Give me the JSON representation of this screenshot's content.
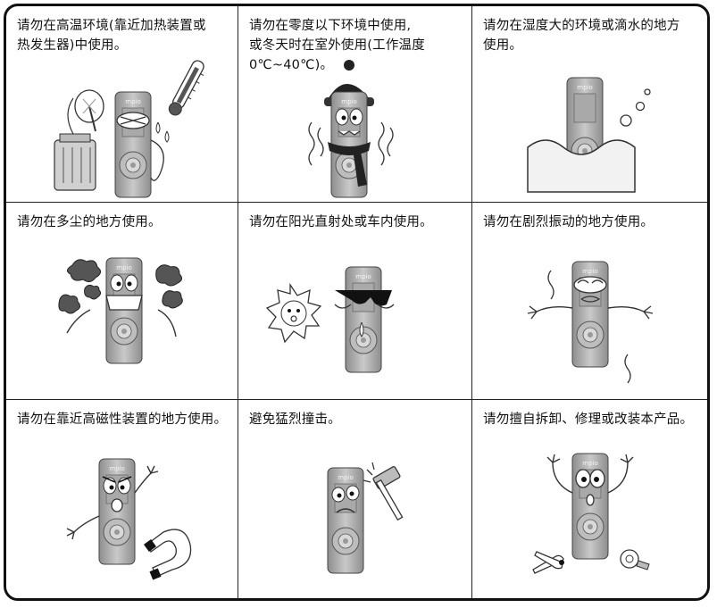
{
  "device_brand": "mpio",
  "cells": [
    {
      "caption": "请勿在高温环境(靠近加热装置或\n热发生器)中使用。"
    },
    {
      "caption": "请勿在零度以下环境中使用,\n或冬天时在室外使用(工作温度\n0℃~40℃)。"
    },
    {
      "caption": "请勿在湿度大的环境或滴水的地方\n使用。"
    },
    {
      "caption": "请勿在多尘的地方使用。"
    },
    {
      "caption": "请勿在阳光直射处或车内使用。"
    },
    {
      "caption": "请勿在剧烈振动的地方使用。"
    },
    {
      "caption": "请勿在靠近高磁性装置的地方使用。"
    },
    {
      "caption": "避免猛烈撞击。"
    },
    {
      "caption": "请勿擅自拆卸、修理或改装本产品。"
    }
  ]
}
